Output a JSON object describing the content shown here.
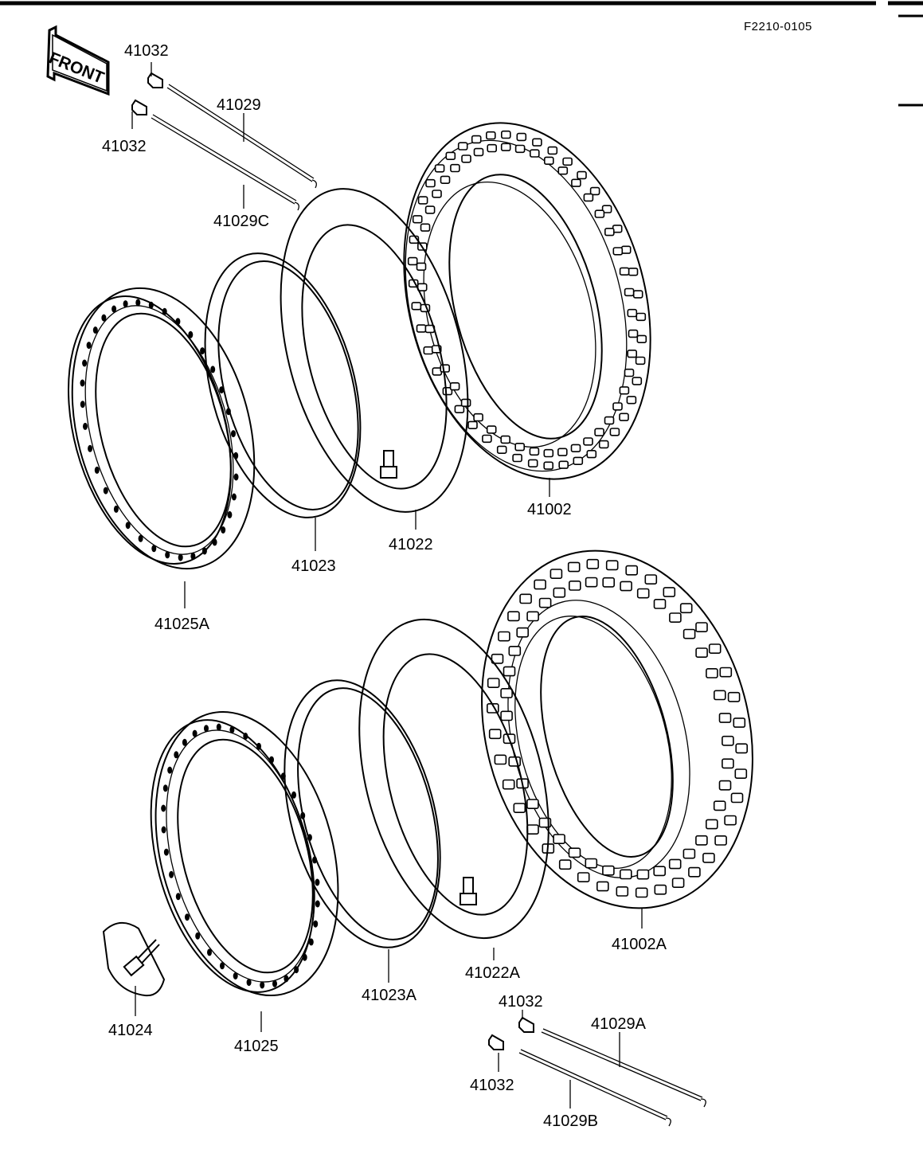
{
  "diagram": {
    "ref_code": "F2210-0105",
    "orientation_label": "FRONT",
    "front_wheel_parts": [
      {
        "id": "spoke-head-upper-front",
        "number": "41032"
      },
      {
        "id": "spoke-head-lower-front",
        "number": "41032"
      },
      {
        "id": "spoke-front",
        "number": "41029"
      },
      {
        "id": "spoke-front-c",
        "number": "41029C"
      },
      {
        "id": "tire-front",
        "number": "41002"
      },
      {
        "id": "tube-front",
        "number": "41022"
      },
      {
        "id": "rim-band-front",
        "number": "41023"
      },
      {
        "id": "rim-front",
        "number": "41025A"
      }
    ],
    "rear_wheel_parts": [
      {
        "id": "tire-rear",
        "number": "41002A"
      },
      {
        "id": "tube-rear",
        "number": "41022A"
      },
      {
        "id": "rim-band-rear",
        "number": "41023A"
      },
      {
        "id": "rim-rear",
        "number": "41025"
      },
      {
        "id": "rim-lock",
        "number": "41024"
      },
      {
        "id": "spoke-head-upper-rear",
        "number": "41032"
      },
      {
        "id": "spoke-head-lower-rear",
        "number": "41032"
      },
      {
        "id": "spoke-rear-a",
        "number": "41029A"
      },
      {
        "id": "spoke-rear-b",
        "number": "41029B"
      }
    ]
  }
}
